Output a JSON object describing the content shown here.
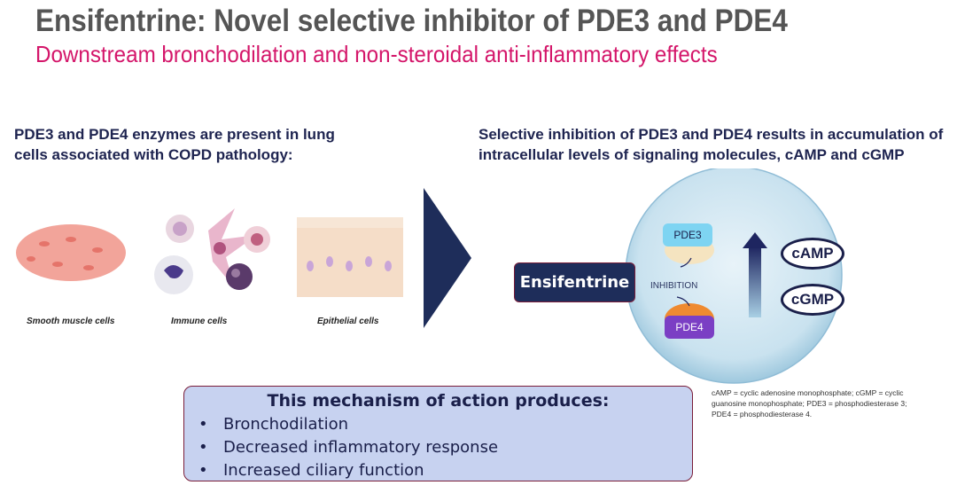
{
  "title": "Ensifentrine: Novel selective inhibitor of PDE3 and PDE4",
  "subtitle": "Downstream bronchodilation and non-steroidal anti-inflammatory effects",
  "left": {
    "heading": "PDE3 and PDE4 enzymes are present in lung cells associated with COPD pathology:",
    "cells": [
      "Smooth muscle cells",
      "Immune cells",
      "Epithelial cells"
    ]
  },
  "right": {
    "heading": "Selective inhibition of PDE3 and PDE4 results in accumulation of intracellular levels of signaling molecules, cAMP and cGMP",
    "drug": "Ensifentrine",
    "pde3": "PDE3",
    "pde4": "PDE4",
    "inhibition": "INHIBITION",
    "camp": "cAMP",
    "cgmp": "cGMP"
  },
  "mechanism": {
    "heading": "This mechanism of action produces:",
    "items": [
      "Bronchodilation",
      "Decreased inflammatory response",
      "Increased ciliary function"
    ]
  },
  "footnote": "cAMP = cyclic adenosine monophosphate; cGMP = cyclic guanosine monophosphate; PDE3 = phosphodiesterase 3; PDE4 = phosphodiesterase 4."
}
